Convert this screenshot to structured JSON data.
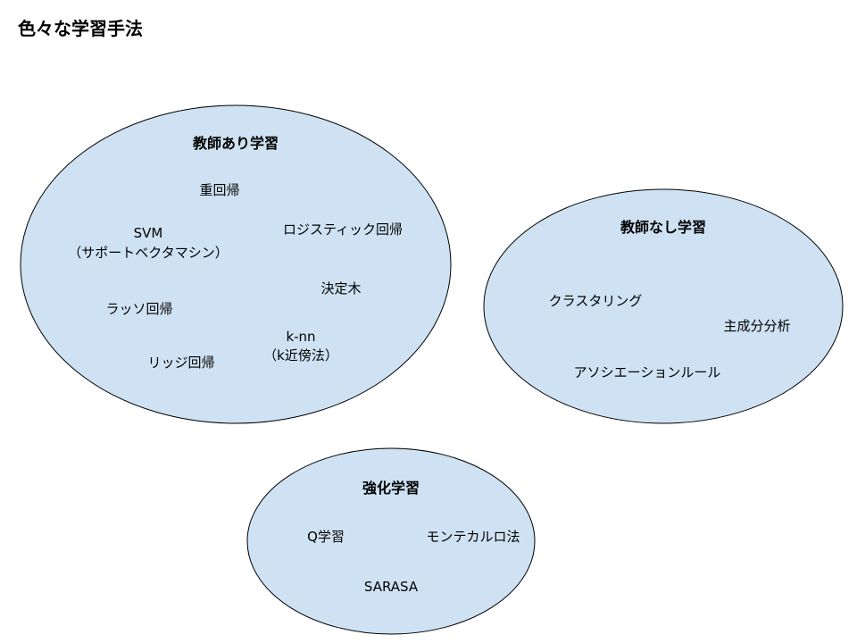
{
  "page": {
    "title": "色々な学習手法"
  },
  "colors": {
    "ellipse_fill": "#cfe2f3",
    "ellipse_stroke": "#000000",
    "text": "#000000"
  },
  "groups": [
    {
      "title": "教師あり学習",
      "items": [
        {
          "lines": [
            "重回帰"
          ]
        },
        {
          "lines": [
            "SVM",
            "（サポートベクタマシン）"
          ]
        },
        {
          "lines": [
            "ロジスティック回帰"
          ]
        },
        {
          "lines": [
            "決定木"
          ]
        },
        {
          "lines": [
            "ラッソ回帰"
          ]
        },
        {
          "lines": [
            "k-nn",
            "（k近傍法）"
          ]
        },
        {
          "lines": [
            "リッジ回帰"
          ]
        }
      ]
    },
    {
      "title": "教師なし学習",
      "items": [
        {
          "lines": [
            "クラスタリング"
          ]
        },
        {
          "lines": [
            "主成分分析"
          ]
        },
        {
          "lines": [
            "アソシエーションルール"
          ]
        }
      ]
    },
    {
      "title": "強化学習",
      "items": [
        {
          "lines": [
            "Q学習"
          ]
        },
        {
          "lines": [
            "モンテカルロ法"
          ]
        },
        {
          "lines": [
            "SARASA"
          ]
        }
      ]
    }
  ]
}
